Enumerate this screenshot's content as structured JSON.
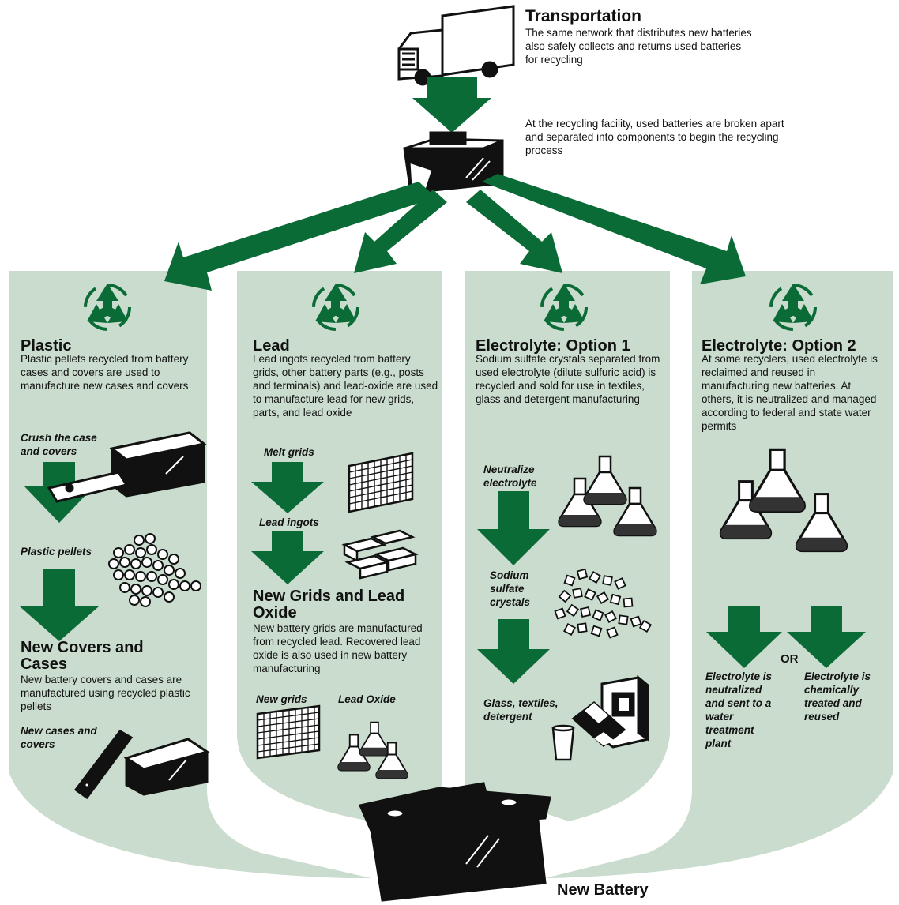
{
  "transport": {
    "title": "Transportation",
    "text": "The same network that distributes new batteries also safely collects and returns  used batteries for recycling"
  },
  "facility": {
    "text": "At the recycling facility, used batteries are broken apart and separated into components to begin the recycling process"
  },
  "plastic": {
    "title": "Plastic",
    "text": "Plastic pellets recycled from battery cases and covers are used to manufacture new cases and covers",
    "step1": "Crush the case and covers",
    "step2": "Plastic pellets",
    "result_title": "New Covers and Cases",
    "result_text": "New battery covers and cases are manufactured using recycled plastic pellets",
    "step3": "New cases and covers"
  },
  "lead": {
    "title": "Lead",
    "text": "Lead ingots recycled from battery grids, other battery parts (e.g., posts and terminals) and lead-oxide are used to manufacture lead for new grids, parts, and lead oxide",
    "step1": "Melt grids",
    "step2": "Lead ingots",
    "result_title": "New Grids and Lead Oxide",
    "result_text": "New battery grids are manufactured from recycled lead.  Recovered lead oxide is also used in new battery manufacturing",
    "step3a": "New grids",
    "step3b": "Lead Oxide"
  },
  "electrolyte1": {
    "title": "Electrolyte:  Option 1",
    "text": "Sodium sulfate crystals separated from used electrolyte (dilute sulfuric acid) is recycled and sold for use in textiles, glass and detergent manufacturing",
    "step1": "Neutralize electrolyte",
    "step2": "Sodium sulfate crystals",
    "step3": "Glass, textiles, detergent"
  },
  "electrolyte2": {
    "title": "Electrolyte:  Option 2",
    "text": "At some recyclers, used electrolyte is reclaimed and reused in manufacturing new batteries.  At others, it is neutralized and managed according to federal and state water permits",
    "or_label": "OR",
    "outcome_a": "Electrolyte is neutralized and sent to a water treatment plant",
    "outcome_b": "Electrolyte is chemically treated and reused"
  },
  "footer": {
    "label": "New Battery"
  },
  "colors": {
    "panel": "#c9dccd",
    "arrow": "#0b6b36",
    "recycle": "#0b6b36",
    "ink": "#111111"
  },
  "icons": [
    "truck-icon",
    "battery-icon",
    "recycle-icon",
    "grid-icon",
    "ingots-icon",
    "pellets-icon",
    "flask-icon",
    "crystals-icon",
    "box-icon",
    "cup-icon"
  ]
}
